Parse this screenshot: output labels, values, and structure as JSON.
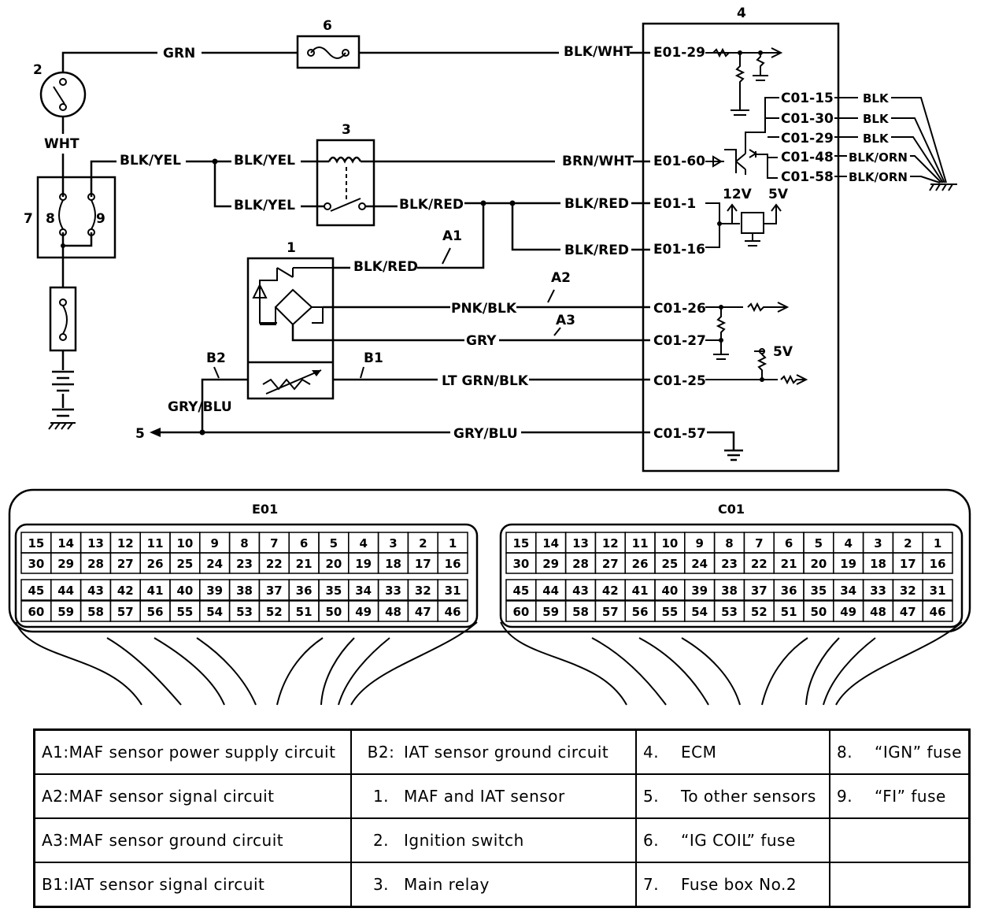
{
  "callouts": {
    "n1": "1",
    "n2": "2",
    "n3": "3",
    "n4": "4",
    "n5": "5",
    "n6": "6",
    "n7": "7",
    "n8": "8",
    "n9": "9"
  },
  "wires": {
    "grn": "GRN",
    "wht": "WHT",
    "blk_yel": "BLK/YEL",
    "blk_red": "BLK/RED",
    "blk_wht": "BLK/WHT",
    "brn_wht": "BRN/WHT",
    "pnk_blk": "PNK/BLK",
    "gry": "GRY",
    "lt_grn_blk": "LT GRN/BLK",
    "gry_blu": "GRY/BLU",
    "blk": "BLK",
    "blk_orn": "BLK/ORN"
  },
  "circuits": {
    "a1": "A1",
    "a2": "A2",
    "a3": "A3",
    "b1": "B1",
    "b2": "B2"
  },
  "terminals": {
    "e01_29": "E01-29",
    "e01_60": "E01-60",
    "e01_1": "E01-1",
    "e01_16": "E01-16",
    "c01_26": "C01-26",
    "c01_27": "C01-27",
    "c01_25": "C01-25",
    "c01_57": "C01-57",
    "c01_15": "C01-15",
    "c01_30": "C01-30",
    "c01_29": "C01-29",
    "c01_48": "C01-48",
    "c01_58": "C01-58"
  },
  "voltages": {
    "v12": "12V",
    "v5": "5V"
  },
  "connectors": {
    "left_title": "E01",
    "right_title": "C01",
    "row1": [
      "15",
      "14",
      "13",
      "12",
      "11",
      "10",
      "9",
      "8",
      "7",
      "6",
      "5",
      "4",
      "3",
      "2",
      "1"
    ],
    "row2": [
      "30",
      "29",
      "28",
      "27",
      "26",
      "25",
      "24",
      "23",
      "22",
      "21",
      "20",
      "19",
      "18",
      "17",
      "16"
    ],
    "row3": [
      "45",
      "44",
      "43",
      "42",
      "41",
      "40",
      "39",
      "38",
      "37",
      "36",
      "35",
      "34",
      "33",
      "32",
      "31"
    ],
    "row4": [
      "60",
      "59",
      "58",
      "57",
      "56",
      "55",
      "54",
      "53",
      "52",
      "51",
      "50",
      "49",
      "48",
      "47",
      "46"
    ]
  },
  "legend": [
    [
      {
        "code": "A1:",
        "text": "MAF sensor power supply circuit"
      },
      {
        "code": "B2:",
        "text": "IAT sensor ground circuit"
      },
      {
        "code": "4.",
        "text": "ECM"
      },
      {
        "code": "8.",
        "text": "“IGN” fuse"
      }
    ],
    [
      {
        "code": "A2:",
        "text": "MAF sensor signal circuit"
      },
      {
        "code": "1.",
        "text": "MAF and IAT sensor"
      },
      {
        "code": "5.",
        "text": "To other sensors"
      },
      {
        "code": "9.",
        "text": "“FI” fuse"
      }
    ],
    [
      {
        "code": "A3:",
        "text": "MAF sensor ground circuit"
      },
      {
        "code": "2.",
        "text": "Ignition switch"
      },
      {
        "code": "6.",
        "text": "“IG COIL” fuse"
      },
      {
        "code": "",
        "text": ""
      }
    ],
    [
      {
        "code": "B1:",
        "text": "IAT sensor signal circuit"
      },
      {
        "code": "3.",
        "text": "Main relay"
      },
      {
        "code": "7.",
        "text": "Fuse box No.2"
      },
      {
        "code": "",
        "text": ""
      }
    ]
  ]
}
